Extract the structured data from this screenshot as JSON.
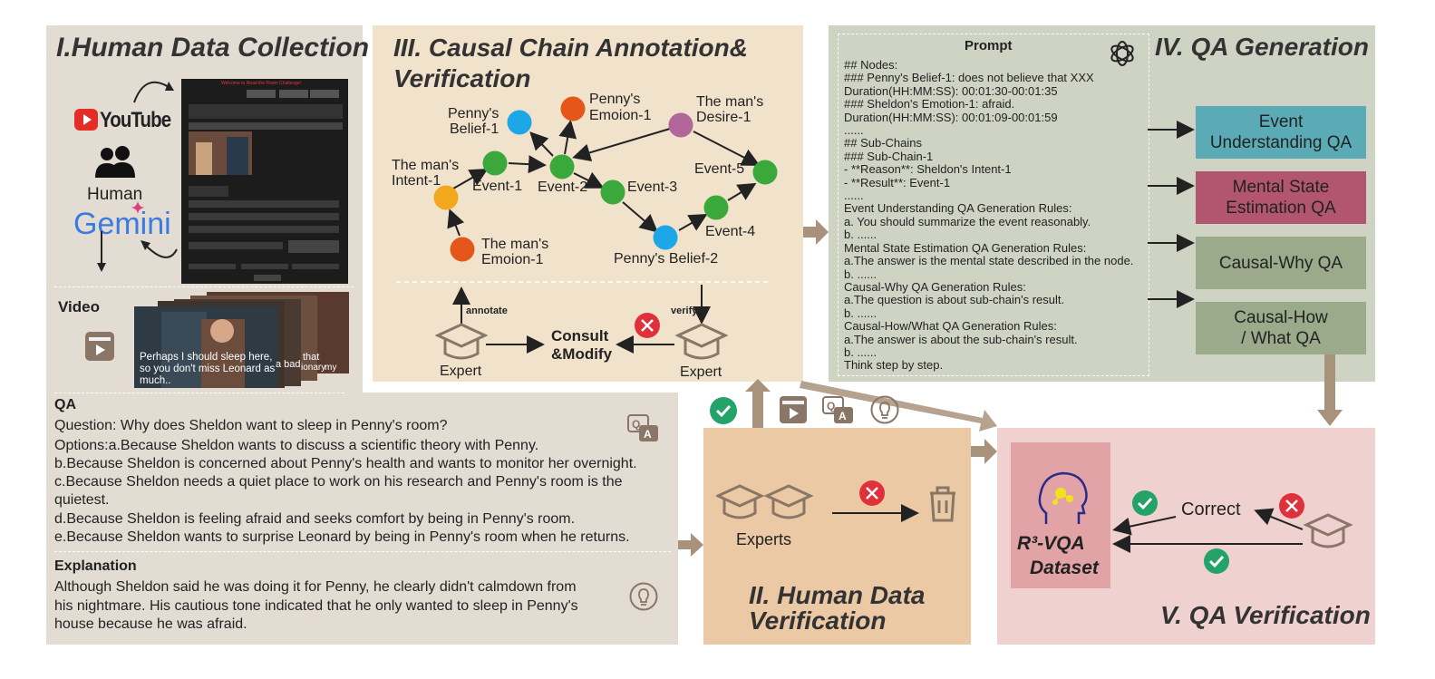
{
  "panel1": {
    "title": "I.Human Data Collection",
    "youtube": "YouTube",
    "human": "Human",
    "gemini": "Gemini",
    "video_label": "Video",
    "subtitle_text": "Perhaps I should sleep here, so you don't miss Leonard as much..",
    "subtitle_extra": [
      "a bad",
      "that",
      "ionary",
      "my"
    ],
    "screenshot_header": "Welcome to Read the Room Challenge!"
  },
  "qa": {
    "heading": "QA",
    "question": "Question: Why does Sheldon want to sleep in Penny's room?",
    "options": [
      "Options:a.Because Sheldon wants to discuss a scientific theory with Penny.",
      "b.Because Sheldon is concerned about Penny's health and wants to monitor her overnight.",
      "c.Because Sheldon needs a quiet place to work on his research and Penny's room is the",
      "quietest.",
      "d.Because Sheldon is feeling afraid and seeks comfort by being in Penny's room.",
      "e.Because Sheldon wants to surprise Leonard by being in Penny's  room when he returns."
    ],
    "explanation_heading": "Explanation",
    "explanation": [
      "Although Sheldon said he was doing it for Penny, he clearly didn't calmdown from",
      "his nightmare. His cautious tone indicated that he only wanted to sleep in Penny's",
      "house because he was afraid."
    ]
  },
  "panel3": {
    "title_line1": "III. Causal Chain Annotation&",
    "title_line2": "Verification",
    "nodes": {
      "pennys_belief_1": [
        "Penny's",
        "Belief-1"
      ],
      "pennys_emoion_1": [
        "Penny's",
        "Emoion-1"
      ],
      "mans_desire_1": [
        "The man's",
        "Desire-1"
      ],
      "mans_intent_1": [
        "The man's",
        "Intent-1"
      ],
      "event_1": "Event-1",
      "event_2": "Event-2",
      "event_3": "Event-3",
      "event_4": "Event-4",
      "event_5": "Event-5",
      "mans_emoion_1": [
        "The man's",
        "Emoion-1"
      ],
      "pennys_belief_2": "Penny's Belief-2"
    },
    "annotate": "annotate",
    "verify": "verify",
    "consult_line1": "Consult",
    "consult_line2": "&Modify",
    "expert_left": "Expert",
    "expert_right": "Expert"
  },
  "panel4": {
    "title": "IV. QA Generation",
    "prompt_heading": "Prompt",
    "prompt_lines": [
      {
        "text": "## Nodes:",
        "color": "#222"
      },
      {
        "text": "### Penny's Belief-1: does not believe that XXX",
        "color": "#222"
      },
      {
        "text": "Duration(HH:MM:SS): 00:01:30-00:01:35",
        "color": "#222"
      },
      {
        "text": "### Sheldon's Emotion-1: afraid.",
        "color": "#222"
      },
      {
        "text": "Duration(HH:MM:SS): 00:01:09-00:01:59",
        "color": "#222"
      },
      {
        "text": "......",
        "color": "#222"
      },
      {
        "text": "## Sub-Chains",
        "color": "#222"
      },
      {
        "text": "### Sub-Chain-1",
        "color": "#222"
      },
      {
        "text": "- **Reason**: Sheldon's Intent-1",
        "color": "#222"
      },
      {
        "text": "- **Result**: Event-1",
        "color": "#222"
      },
      {
        "text": "......",
        "color": "#222"
      },
      {
        "text": "Event Understanding QA Generation Rules:",
        "color": "#222"
      },
      {
        "text": "a. You should summarize the event reasonably.",
        "color": "#222"
      },
      {
        "text": "b. ......",
        "color": "#222"
      },
      {
        "text": "Mental State Estimation QA Generation Rules:",
        "color": "#222"
      },
      {
        "text": "a.The answer is the mental state described in the node.",
        "color": "#222"
      },
      {
        "text": "b. ......",
        "color": "#222"
      },
      {
        "text": "Causal-Why QA Generation Rules:",
        "color": "#222"
      },
      {
        "text": "a.The question is about sub-chain's result.",
        "color": "#222"
      },
      {
        "text": "b. ......",
        "color": "#222"
      },
      {
        "text": "Causal-How/What QA Generation Rules:",
        "color": "#222"
      },
      {
        "text": "a.The answer is about the sub-chain's result.",
        "color": "#222"
      },
      {
        "text": "b. ......",
        "color": "#222"
      },
      {
        "text": "Think step by step.",
        "color": "#222"
      }
    ],
    "qa_types": [
      {
        "line1": "Event",
        "line2": "Understanding QA",
        "color": "#5aabb5"
      },
      {
        "line1": "Mental State",
        "line2": "Estimation QA",
        "color": "#b2566f"
      },
      {
        "line1": "Causal-Why QA",
        "line2": "",
        "color": "#9aaa8a"
      },
      {
        "line1": "Causal-How",
        "line2": "/ What QA",
        "color": "#9aaa8a"
      }
    ]
  },
  "panel2": {
    "experts": "Experts",
    "title_line1": "II. Human Data",
    "title_line2": "Verification"
  },
  "panel5": {
    "correct": "Correct",
    "dataset_line1": "R³-VQA",
    "dataset_line2": "Dataset",
    "title": "V. QA Verification"
  },
  "colors": {
    "panel1_bg": "#e3dcd3",
    "panel3_bg": "#f1e2cb",
    "panel4_bg": "#cfd3c4",
    "panel2_bg": "#ebc9a4",
    "panel5_bg": "#efd2d0",
    "dataset_bg": "#e1a3a5",
    "node_blue": "#1ea7e6",
    "node_orange": "#e5561b",
    "node_purple": "#b2679b",
    "node_green": "#3ba83b",
    "node_yellow": "#f2a81d",
    "arrow_brown": "#a8927b"
  }
}
